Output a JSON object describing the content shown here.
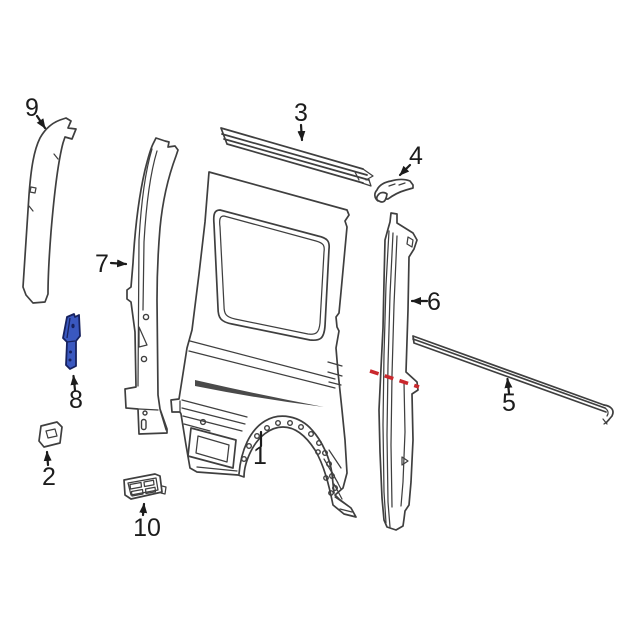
{
  "callouts": {
    "p1": {
      "label": "1"
    },
    "p2": {
      "label": "2"
    },
    "p3": {
      "label": "3"
    },
    "p4": {
      "label": "4"
    },
    "p5": {
      "label": "5"
    },
    "p6": {
      "label": "6"
    },
    "p7": {
      "label": "7"
    },
    "p8": {
      "label": "8"
    },
    "p9": {
      "label": "9"
    },
    "p10": {
      "label": "10"
    }
  },
  "colors": {
    "background": "#ffffff",
    "line": "#3f3f3f",
    "label_text": "#1c1c1c",
    "highlight_fill": "#3a58c0",
    "highlight_outline": "#17225f",
    "cut_line_red": "#c9282d"
  }
}
